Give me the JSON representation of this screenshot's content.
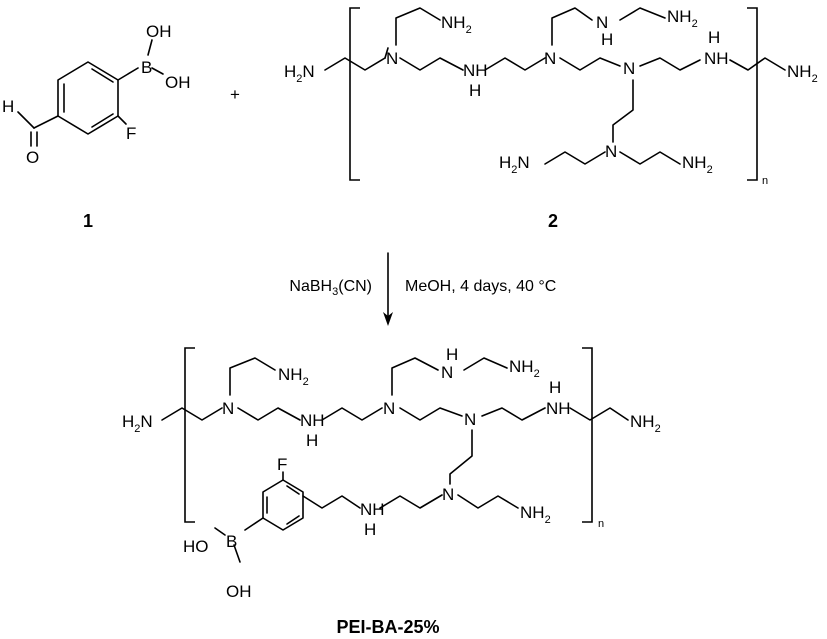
{
  "compounds": {
    "c1_label": "1",
    "c2_label": "2",
    "product_label": "PEI-BA-25%"
  },
  "scheme": {
    "plus": "+",
    "repeat_n": "n"
  },
  "conditions": {
    "reagent_pre": "NaBH",
    "reagent_sub": "3",
    "reagent_post": "(CN)",
    "solvent": "MeOH, 4 days, 40 °C"
  },
  "atoms": {
    "nh": "NH",
    "h": "H",
    "n": "N",
    "sub2": "2",
    "h2n": "H",
    "oh": "OH",
    "ho": "HO",
    "b": "B",
    "f": "F",
    "o": "O"
  }
}
